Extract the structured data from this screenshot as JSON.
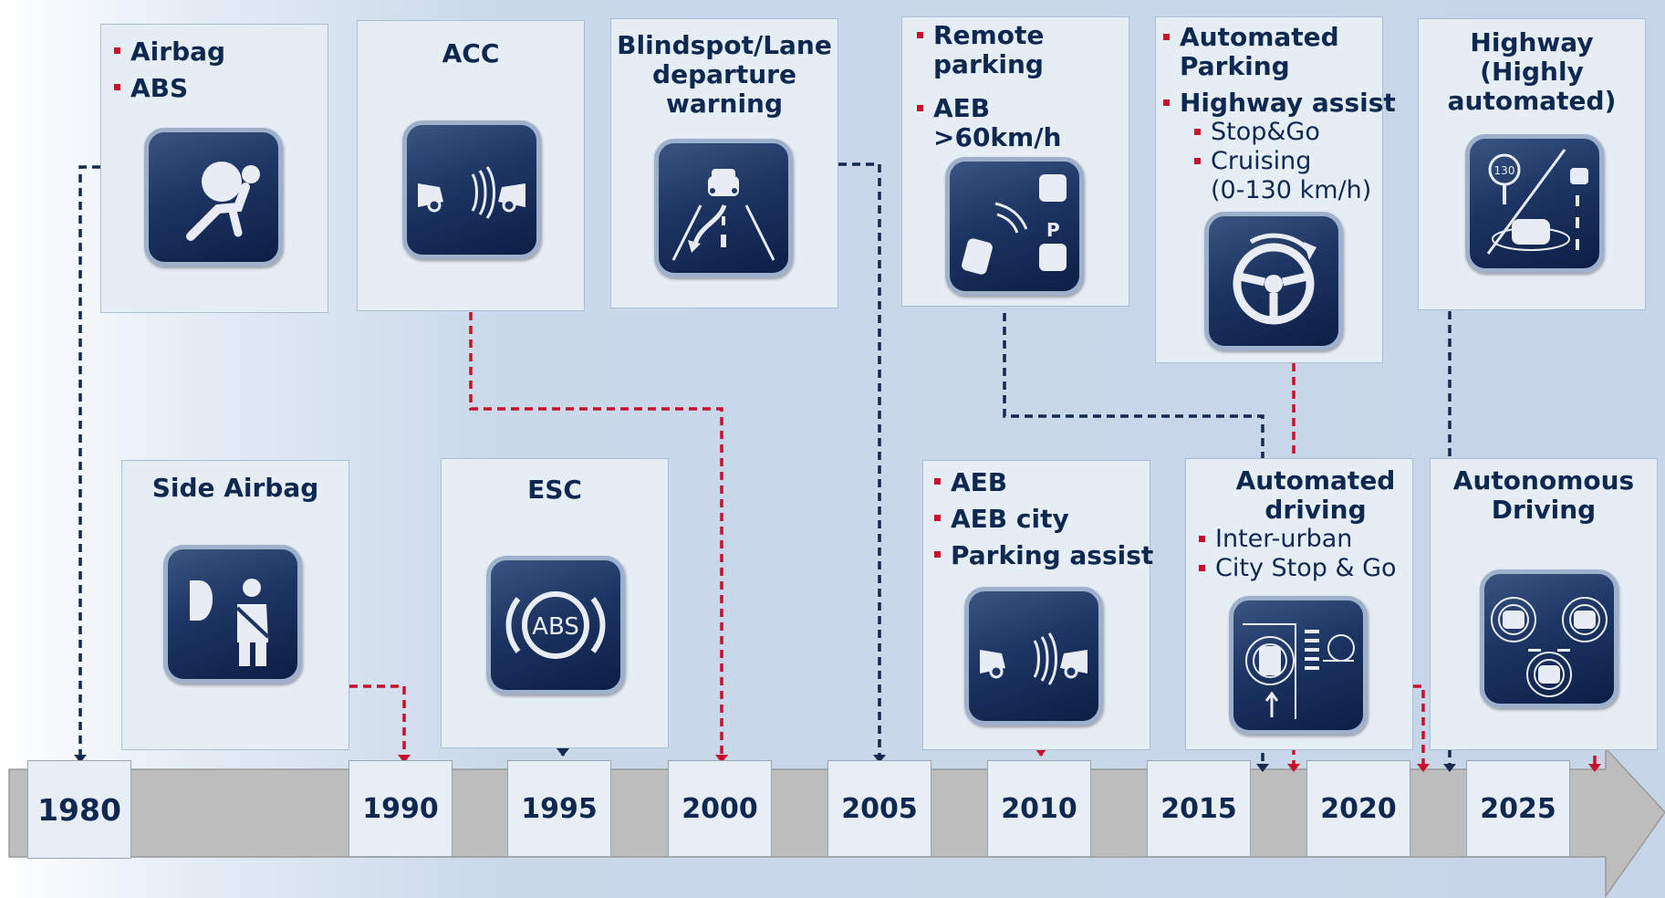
{
  "years": [
    "1980",
    "1990",
    "1995",
    "2000",
    "2005",
    "2010",
    "2015",
    "2020",
    "2025"
  ],
  "cards": {
    "airbag_abs": {
      "bullets": [
        "Airbag",
        "ABS"
      ],
      "icon": "airbag-icon"
    },
    "acc": {
      "title": "ACC",
      "icon": "front-collision-radar-icon"
    },
    "blindspot": {
      "title": [
        "Blindspot/Lane",
        "departure",
        "warning"
      ],
      "icon": "lane-departure-icon"
    },
    "remote_parking": {
      "bullets": [
        [
          "Remote",
          "parking"
        ],
        [
          "AEB",
          ">60km/h"
        ]
      ],
      "icon": "parking-icon"
    },
    "automated_parking": {
      "bullets": [
        [
          "Automated",
          "Parking"
        ],
        [
          "Highway assist"
        ]
      ],
      "sub_bullets": [
        "Stop&Go",
        "Cruising"
      ],
      "sub_continuation": "(0-130 km/h)",
      "icon": "steering-wheel-icon"
    },
    "highway": {
      "title": [
        "Highway",
        "(Highly",
        "automated)"
      ],
      "icon": "highway-speed-limit-icon",
      "sign": "130"
    },
    "side_airbag": {
      "title": "Side Airbag",
      "icon": "side-airbag-icon"
    },
    "esc": {
      "title": "ESC",
      "icon": "abs-warning-icon",
      "badge": "ABS"
    },
    "aeb": {
      "bullets": [
        "AEB",
        "AEB city",
        "Parking assist"
      ],
      "icon": "front-collision-radar-icon"
    },
    "automated_driving": {
      "title": [
        "Automated",
        "driving"
      ],
      "sub_bullets": [
        "Inter-urban",
        "City Stop & Go"
      ],
      "icon": "intersection-icon"
    },
    "autonomous": {
      "title": [
        "Autonomous",
        "Driving"
      ],
      "icon": "surround-sensing-icon"
    }
  },
  "colors": {
    "navy": "#0f2850",
    "red": "#c8102e",
    "dark_connector": "#15294f",
    "arrow": "#bdbdbd"
  }
}
